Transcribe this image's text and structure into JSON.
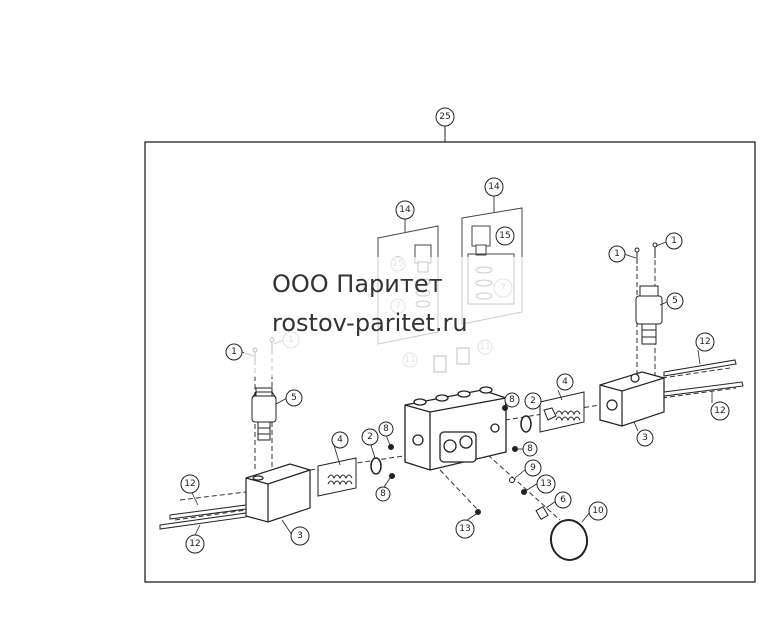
{
  "watermark": {
    "line1": "ООО Паритет",
    "line2": "rostov-paritet.ru"
  },
  "callouts": {
    "assembly": "25",
    "bolt": "1",
    "seal_ring": "2",
    "end_block": "3",
    "spring_assembly": "4",
    "solenoid": "5",
    "plug_6": "6",
    "check_valve_7": "7",
    "plug_8": "8",
    "plug_9": "9",
    "o_ring_10": "10",
    "nut_11": "11",
    "tie_rod": "12",
    "plug_13": "13",
    "check_kit": "14",
    "poppet_15": "15"
  }
}
